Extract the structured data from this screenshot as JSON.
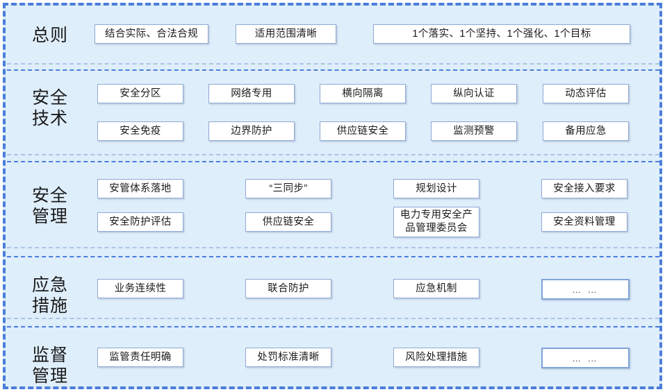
{
  "diagram": {
    "title_present": false,
    "colors": {
      "panel_background": "#dfeefb",
      "outer_border": "#4a7ddb",
      "separator_light": "#aac4e4",
      "separator_dark": "#4a7ddb",
      "box_background": "#ffffff",
      "box_border": "#8faad4",
      "text": "#1a1a1a"
    },
    "sections": [
      {
        "id": "general-principles",
        "label": "总则",
        "label_lines": "总则",
        "rows": [
          [
            {
              "text": "结合实际、合法合规",
              "style": "normal"
            },
            {
              "text": "适用范围清晰",
              "style": "normal"
            },
            {
              "text": "1个落实、1个坚持、1个强化、1个目标",
              "style": "normal"
            }
          ]
        ]
      },
      {
        "id": "security-technology",
        "label": "安全技术",
        "label_lines": "安全\n技术",
        "rows": [
          [
            {
              "text": "安全分区",
              "style": "normal"
            },
            {
              "text": "网络专用",
              "style": "normal"
            },
            {
              "text": "横向隔离",
              "style": "normal"
            },
            {
              "text": "纵向认证",
              "style": "normal"
            },
            {
              "text": "动态评估",
              "style": "normal"
            }
          ],
          [
            {
              "text": "安全免疫",
              "style": "normal"
            },
            {
              "text": "边界防护",
              "style": "normal"
            },
            {
              "text": "供应链安全",
              "style": "normal"
            },
            {
              "text": "监测预警",
              "style": "normal"
            },
            {
              "text": "备用应急",
              "style": "normal"
            }
          ]
        ]
      },
      {
        "id": "security-management",
        "label": "安全管理",
        "label_lines": "安全\n管理",
        "rows": [
          [
            {
              "text": "安管体系落地",
              "style": "normal"
            },
            {
              "text": "“三同步”",
              "style": "normal"
            },
            {
              "text": "规划设计",
              "style": "normal"
            },
            {
              "text": "安全接入要求",
              "style": "normal"
            }
          ],
          [
            {
              "text": "安全防护评估",
              "style": "normal"
            },
            {
              "text": "供应链安全",
              "style": "normal"
            },
            {
              "text": "电力专用安全产\n品管理委员会",
              "style": "tall"
            },
            {
              "text": "安全资料管理",
              "style": "normal"
            }
          ]
        ]
      },
      {
        "id": "emergency-measures",
        "label": "应急措施",
        "label_lines": "应急\n措施",
        "rows": [
          [
            {
              "text": "业务连续性",
              "style": "normal"
            },
            {
              "text": "联合防护",
              "style": "normal"
            },
            {
              "text": "应急机制",
              "style": "normal"
            },
            {
              "text": "… …",
              "style": "dots"
            }
          ]
        ]
      },
      {
        "id": "supervision-management",
        "label": "监督管理",
        "label_lines": "监督\n管理",
        "rows": [
          [
            {
              "text": "监管责任明确",
              "style": "normal"
            },
            {
              "text": "处罚标准清晰",
              "style": "normal"
            },
            {
              "text": "风险处理措施",
              "style": "normal"
            },
            {
              "text": "… …",
              "style": "dots"
            }
          ]
        ]
      }
    ]
  }
}
